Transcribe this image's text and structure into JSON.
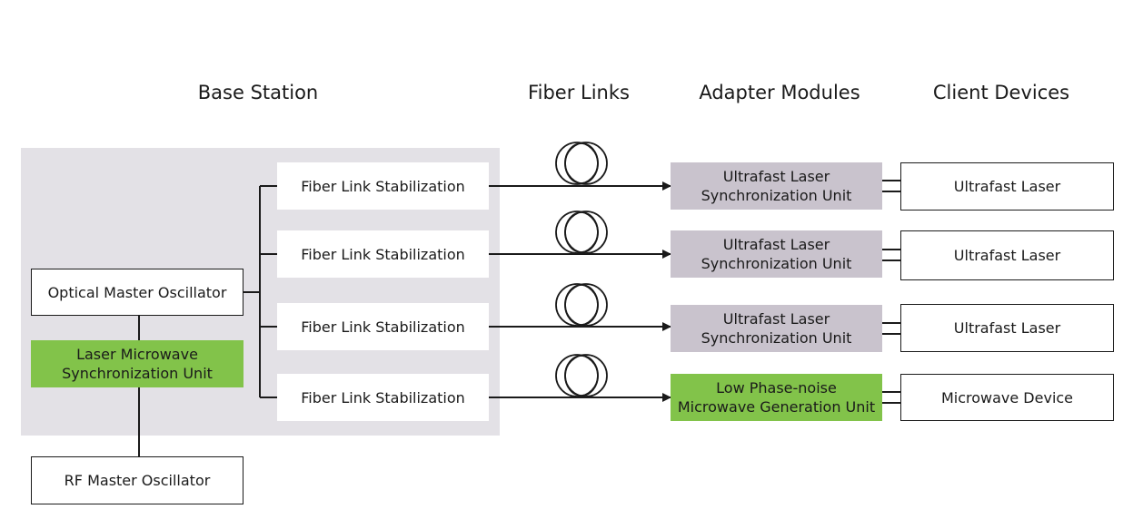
{
  "headers": {
    "base_station": "Base Station",
    "fiber_links": "Fiber Links",
    "adapter_modules": "Adapter Modules",
    "client_devices": "Client Devices"
  },
  "base": {
    "optical_master": "Optical Master Oscillator",
    "laser_microwave": [
      "Laser Microwave",
      "Synchronization Unit"
    ],
    "rf_master": "RF Master Oscillator"
  },
  "channels": [
    {
      "stabilization": "Fiber Link Stabilization",
      "adapter": [
        "Ultrafast Laser",
        "Synchronization Unit"
      ],
      "client": "Ultrafast Laser"
    },
    {
      "stabilization": "Fiber Link Stabilization",
      "adapter": [
        "Ultrafast Laser",
        "Synchronization Unit"
      ],
      "client": "Ultrafast Laser"
    },
    {
      "stabilization": "Fiber Link Stabilization",
      "adapter": [
        "Ultrafast Laser",
        "Synchronization Unit"
      ],
      "client": "Ultrafast Laser"
    },
    {
      "stabilization": "Fiber Link Stabilization",
      "adapter": [
        "Low Phase-noise",
        "Microwave Generation Unit"
      ],
      "client": "Microwave Device"
    }
  ],
  "colors": {
    "panel": "#e3e1e6",
    "adapter_gray": "#c9c3cd",
    "accent_green": "#82c34a",
    "line": "#1a1a1a"
  }
}
